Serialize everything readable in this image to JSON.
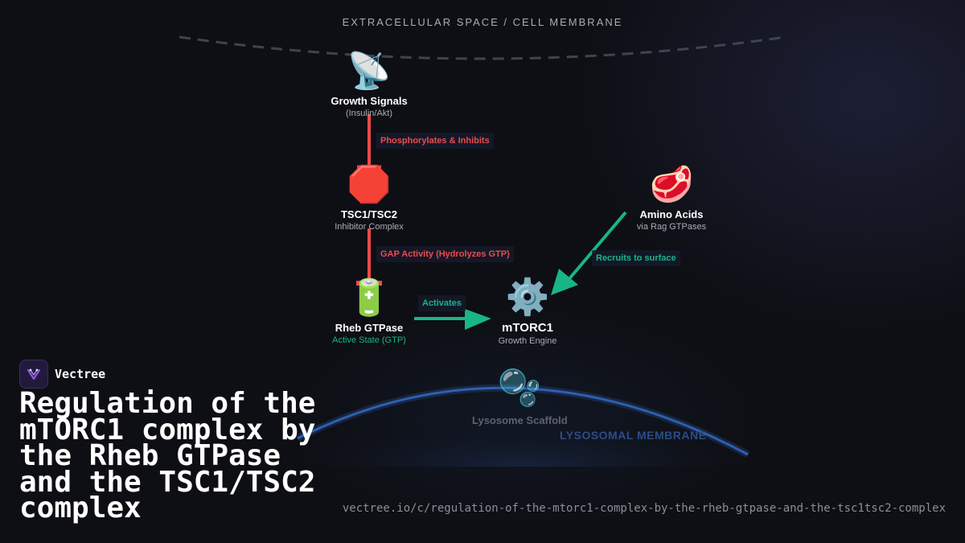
{
  "header": {
    "region_label": "EXTRACELLULAR SPACE / CELL MEMBRANE"
  },
  "nodes": {
    "growth_signals": {
      "icon": "satellite-dish-icon",
      "glyph": "📡",
      "title": "Growth Signals",
      "subtitle": "(Insulin/Akt)"
    },
    "tsc": {
      "icon": "stop-sign-icon",
      "glyph": "🛑",
      "title": "TSC1/TSC2",
      "subtitle": "Inhibitor Complex"
    },
    "rheb": {
      "icon": "battery-icon",
      "glyph": "🔋",
      "title": "Rheb GTPase",
      "subtitle": "Active State (GTP)"
    },
    "mtorc1": {
      "icon": "gear-icon",
      "glyph": "⚙️",
      "title": "mTORC1",
      "subtitle": "Growth Engine"
    },
    "amino_acids": {
      "icon": "meat-icon",
      "glyph": "🥩",
      "title": "Amino Acids",
      "subtitle": "via Rag GTPases"
    },
    "lysosome": {
      "icon": "bubbles-icon",
      "glyph": "🫧",
      "title": "Lysosome Scaffold"
    }
  },
  "edges": {
    "phosphorylates": {
      "label": "Phosphorylates & Inhibits"
    },
    "gap_activity": {
      "label": "GAP Activity (Hydrolyzes GTP)"
    },
    "activates": {
      "label": "Activates"
    },
    "recruits": {
      "label": "Recruits to surface"
    }
  },
  "membrane_label": "LYSOSOMAL MEMBRANE",
  "brand": {
    "name": "Vectree",
    "icon": "vectree-logo-icon"
  },
  "title": "Regulation of the mTORC1 complex by the Rheb GTPase and the TSC1/TSC2 complex",
  "url": "vectree.io/c/regulation-of-the-mtorc1-complex-by-the-rheb-gtpase-and-the-tsc1tsc2-complex",
  "colors": {
    "inhibit": "#ee4a4a",
    "activate": "#19b585",
    "membrane": "#2f5fb0",
    "cell_membrane_dash": "#3d4452",
    "background": "#0e0f14"
  }
}
